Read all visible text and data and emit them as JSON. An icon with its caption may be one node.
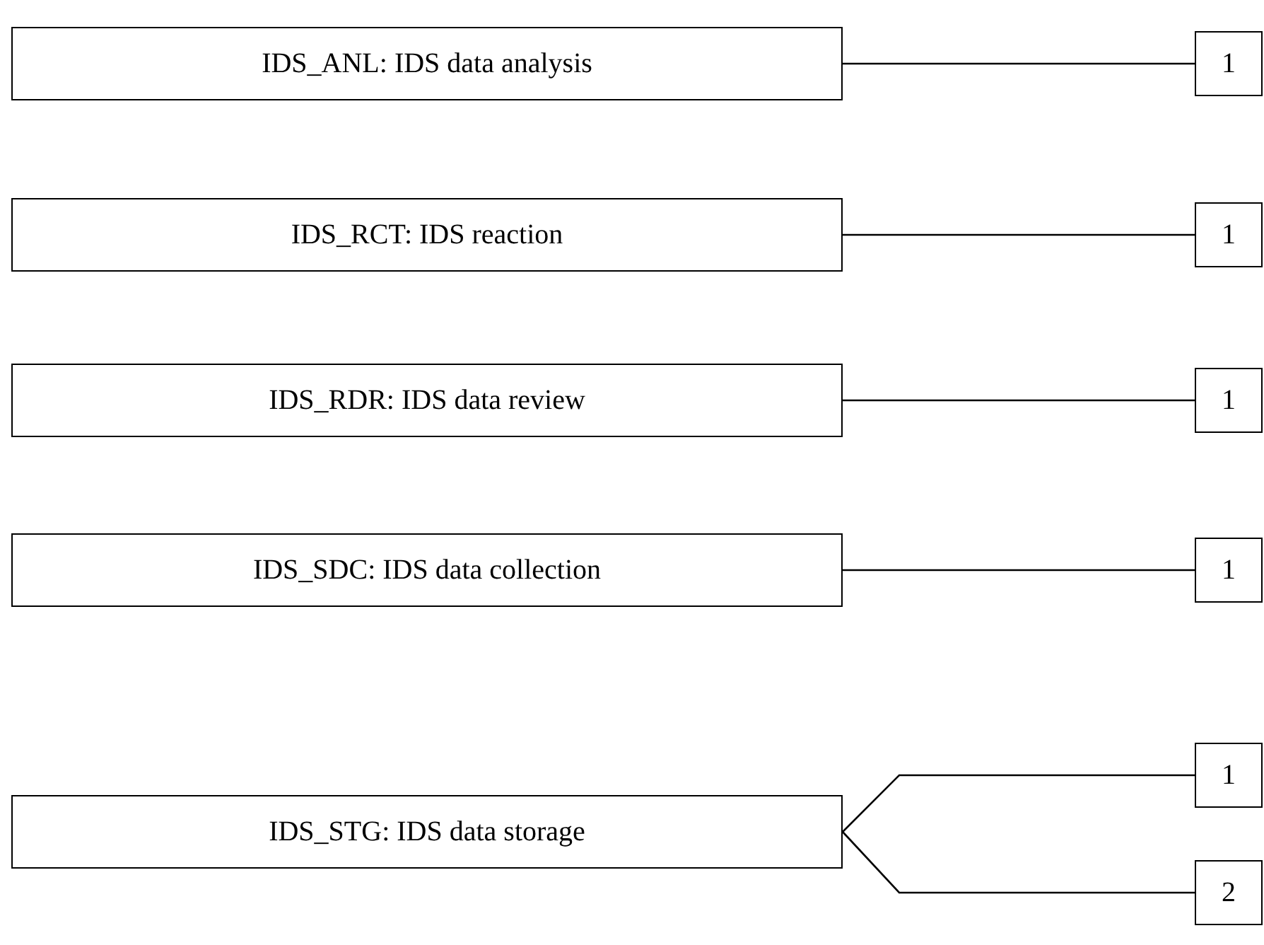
{
  "diagram": {
    "nodes": [
      {
        "text": [
          "IDS_ANL: IDS data analysis"
        ]
      },
      {
        "text": [
          "1"
        ]
      },
      {
        "text": [
          "IDS_RCT: IDS reaction"
        ]
      },
      {
        "text": [
          "1"
        ]
      },
      {
        "text": [
          "IDS_RDR: IDS data review"
        ]
      },
      {
        "text": [
          "1"
        ]
      },
      {
        "text": [
          "IDS_SDC: IDS data collection"
        ]
      },
      {
        "text": [
          "1"
        ]
      },
      {
        "text": [
          "IDS_STG: IDS data storage"
        ]
      },
      {
        "text": [
          "1"
        ]
      },
      {
        "text": [
          "2"
        ]
      }
    ],
    "edges": [
      {
        "from": 0,
        "to": 1,
        "arrow": "none"
      },
      {
        "from": 2,
        "to": 3,
        "arrow": "none"
      },
      {
        "from": 4,
        "to": 5,
        "arrow": "none"
      },
      {
        "from": 6,
        "to": 7,
        "arrow": "none"
      },
      {
        "from": 8,
        "to": 9,
        "arrow": "none"
      },
      {
        "from": 8,
        "to": 10,
        "arrow": "none"
      }
    ]
  }
}
